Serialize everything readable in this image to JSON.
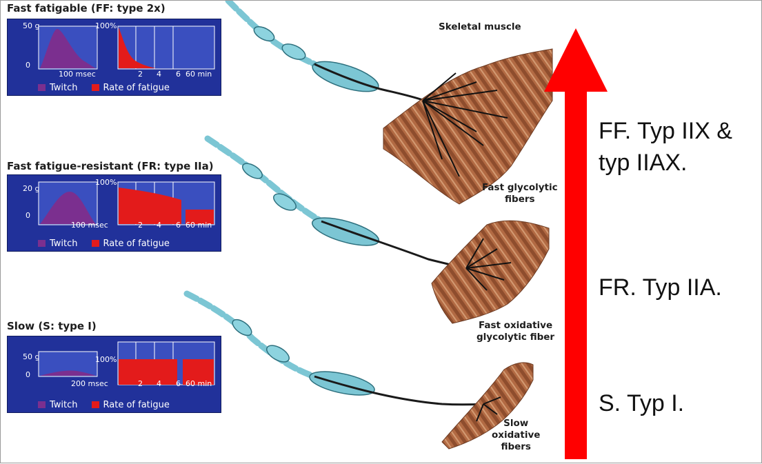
{
  "sections": [
    {
      "title": "Fast fatigable (FF: type 2x)",
      "twitch_ymax": "50 g",
      "twitch_zero": "0",
      "twitch_xlabel": "100 msec",
      "fatigue_ymax": "100%",
      "fatigue_ticks": [
        "2",
        "4",
        "6",
        "60 min"
      ],
      "legend_twitch": "Twitch",
      "legend_fatigue": "Rate of fatigue"
    },
    {
      "title": "Fast fatigue-resistant (FR: type IIa)",
      "twitch_ymax": "20 g",
      "twitch_zero": "0",
      "twitch_xlabel": "100 msec",
      "fatigue_ymax": "100%",
      "fatigue_ticks": [
        "2",
        "4",
        "6",
        "60 min"
      ],
      "legend_twitch": "Twitch",
      "legend_fatigue": "Rate of fatigue"
    },
    {
      "title": "Slow (S: type I)",
      "twitch_ymax": "50 g",
      "twitch_zero": "0",
      "twitch_xlabel": "200 msec",
      "fatigue_ymax": "100%",
      "fatigue_ticks": [
        "2",
        "4",
        "6",
        "60 min"
      ],
      "legend_twitch": "Twitch",
      "legend_fatigue": "Rate of fatigue"
    }
  ],
  "muscle_labels": {
    "skeletal": "Skeletal muscle",
    "fast_glycolytic": [
      "Fast glycolytic",
      "fibers"
    ],
    "fast_oxidative": [
      "Fast oxidative",
      "glycolytic fiber"
    ],
    "slow_oxidative": [
      "Slow",
      "oxidative",
      "fibers"
    ]
  },
  "classification": {
    "ff": [
      "FF. Typ IIX &",
      "typ IIAX."
    ],
    "fr": "FR. Typ IIA.",
    "s": "S. Typ I."
  },
  "colors": {
    "panel_bg": "#21319a",
    "twitch": "#7b2f8f",
    "fatigue": "#e31b1b",
    "arrow": "#ff0000",
    "neuron": "#7cc6d4",
    "muscle": "#b5704a"
  },
  "icons": [
    "arrow-up-icon",
    "neuron-icon",
    "muscle-fiber-icon"
  ]
}
